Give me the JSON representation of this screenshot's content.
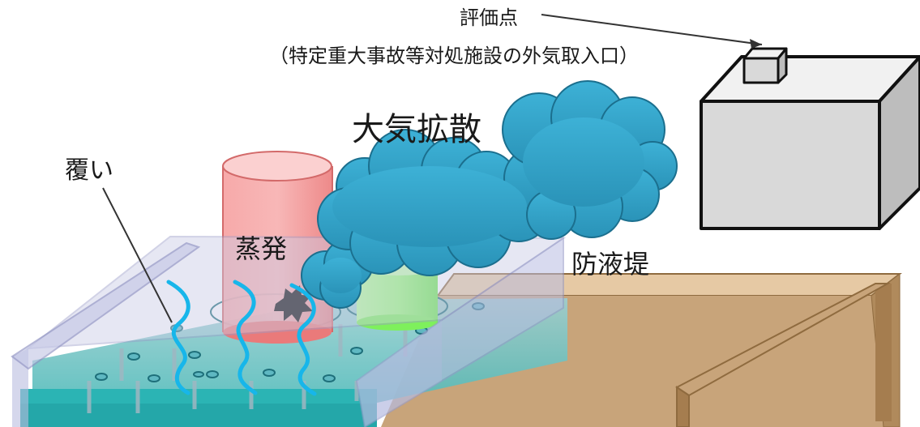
{
  "labels": {
    "evaluation_point": "評価点",
    "evaluation_point_detail": "（特定重大事故等対処施設の外気取入口）",
    "atmospheric_dispersion": "大気拡散",
    "cover": "覆い",
    "evaporation": "蒸発",
    "dike": "防液堤"
  },
  "colors": {
    "cloud": "#2ea3c8",
    "evaporation_cylinder": "#f28a8a",
    "green_cylinder": "#8cf56b",
    "dike": "#b08a5c",
    "cover": "#c3c6e2",
    "water": "#3fb6b5",
    "building": "#d9d9d9",
    "wave": "#17b6ea"
  }
}
